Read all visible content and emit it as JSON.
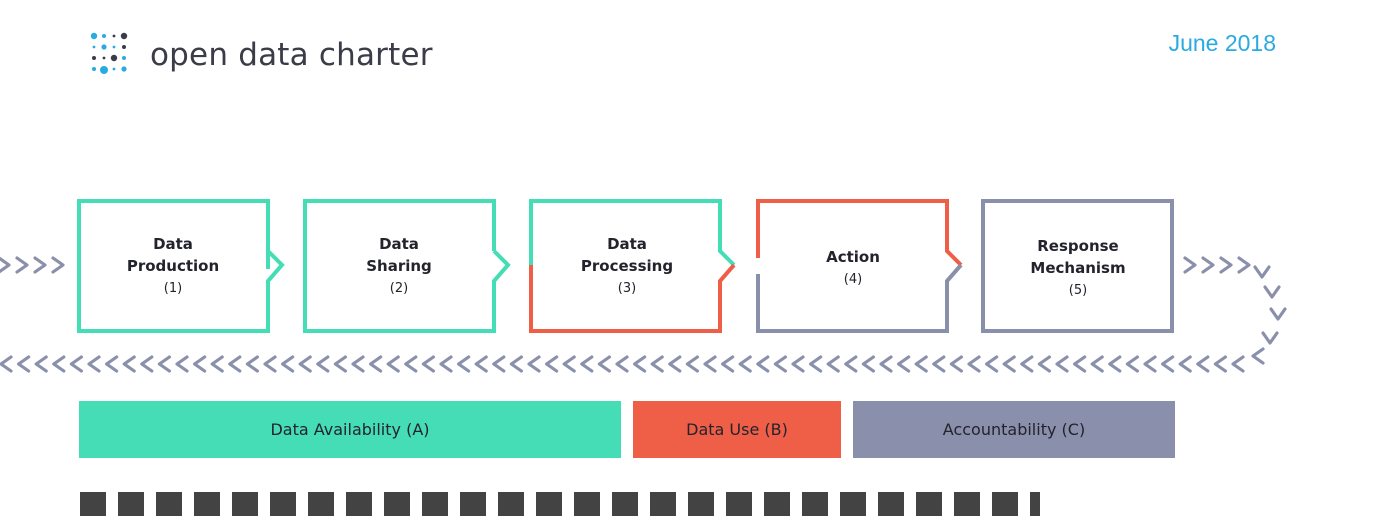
{
  "header": {
    "logo_text": "open data charter",
    "date": "June 2018"
  },
  "colors": {
    "green": "#45ddb5",
    "orange": "#ef5f47",
    "slate": "#8a90ab",
    "arrow": "#8a90ab",
    "blue": "#29abe2"
  },
  "stages": [
    {
      "title": "Data\nProduction",
      "num": "(1)"
    },
    {
      "title": "Data\nSharing",
      "num": "(2)"
    },
    {
      "title": "Data\nProcessing",
      "num": "(3)"
    },
    {
      "title": "Action",
      "num": "(4)"
    },
    {
      "title": "Response\nMechanism",
      "num": "(5)"
    }
  ],
  "categories": [
    {
      "label": "Data Availability (A)",
      "color": "#45ddb5"
    },
    {
      "label": "Data Use (B)",
      "color": "#ef5f47"
    },
    {
      "label": "Accountability (C)",
      "color": "#8a90ab"
    }
  ]
}
